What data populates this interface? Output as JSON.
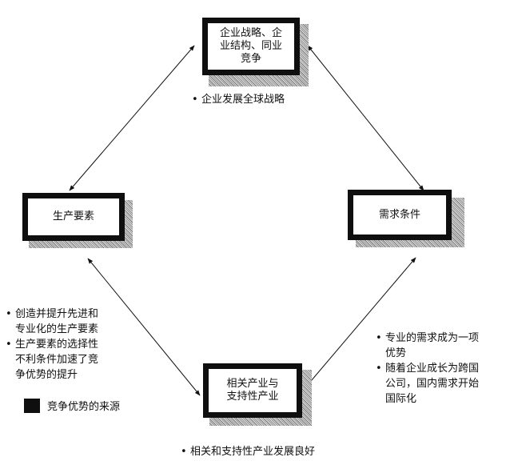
{
  "nodes": {
    "strategy": "企业战略、企\n业结构、同业\n竞争",
    "factor": "生产要素",
    "demand": "需求条件",
    "related": "相关产业与\n支持性产业"
  },
  "bullets": {
    "strategy": [
      "企业发展全球战略"
    ],
    "factor": [
      "创造并提升先进和\n专业化的生产要素",
      "生产要素的选择性\n不利条件加速了竞\n争优势的提升"
    ],
    "demand": [
      "专业的需求成为一项\n优势",
      "随着企业成长为跨国\n公司，国内需求开始\n国际化"
    ],
    "related": [
      "相关和支持性产业发展良好"
    ]
  },
  "legend": {
    "label": "竞争优势的来源"
  },
  "colors": {
    "box_border": "#0f0f0f",
    "arrow": "#111111",
    "shadow": "#9a9a9a"
  }
}
